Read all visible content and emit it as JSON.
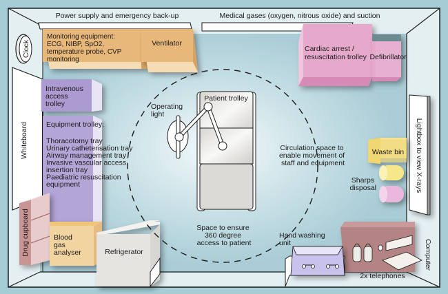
{
  "title": "Resuscitation room layout",
  "colors": {
    "background": "#a6ccd6",
    "floor": "#a9ccd6",
    "wall": "#e4eff2",
    "monitoring": "#e8b87a",
    "iv_trolley": "#ab9bd0",
    "equipment_trolley": "#b3a5d6",
    "cardiac_trolley": "#e6a9cc",
    "drug_cupboard": "#c99494",
    "waste_bin": "#f2d97a",
    "sharps_yellow": "#f6e88a",
    "sharps_pink": "#eab8dc",
    "refrigerator": "#e6e4e0",
    "computer_desk": "#b48484",
    "hand_wash": "#b9b2e0"
  },
  "labels": {
    "power_supply": "Power supply and emergency back-up",
    "medical_gases": "Medical gases (oxygen, nitrous oxide) and suction",
    "clock": "Clock",
    "monitoring": [
      "Monitoring equipment:",
      "ECG, NIBP, SpO2,",
      "temperature probe, CVP",
      "monitoring"
    ],
    "ventilator": "Ventilator",
    "cardiac_trolley": [
      "Cardiac arrest /",
      "resuscitation trolley"
    ],
    "defibrillator": "Defibrillator",
    "whiteboard": "Whiteboard",
    "iv_trolley": [
      "Intravenous",
      "access",
      "trolley"
    ],
    "equipment_trolley_title": "Equipment trolley:",
    "equipment_trolley_items": [
      "Thoracotomy tray",
      "Urinary catheterisation tray",
      "Airway management tray",
      "Invasive vascular access",
      "insertion tray",
      "Paediatric resuscitation",
      "equipment"
    ],
    "drug_cupboard": "Drug cupboard",
    "blood_gas": [
      "Blood",
      "gas",
      "analyser"
    ],
    "refrigerator": "Refrigerator",
    "operating_light": [
      "Operating",
      "light"
    ],
    "patient_trolley": "Patient trolley",
    "circulation": [
      "Circulation space to",
      "enable movement of",
      "staff and equipment"
    ],
    "space_360": [
      "Space to ensure",
      "360 degree",
      "access to patient"
    ],
    "waste_bin": "Waste bin",
    "sharps": [
      "Sharps",
      "disposal"
    ],
    "lightbox": "Lightbox to view X-rays",
    "hand_washing": [
      "Hand washing",
      "unit"
    ],
    "computer": "Computer",
    "telephones": "2x telephones"
  }
}
